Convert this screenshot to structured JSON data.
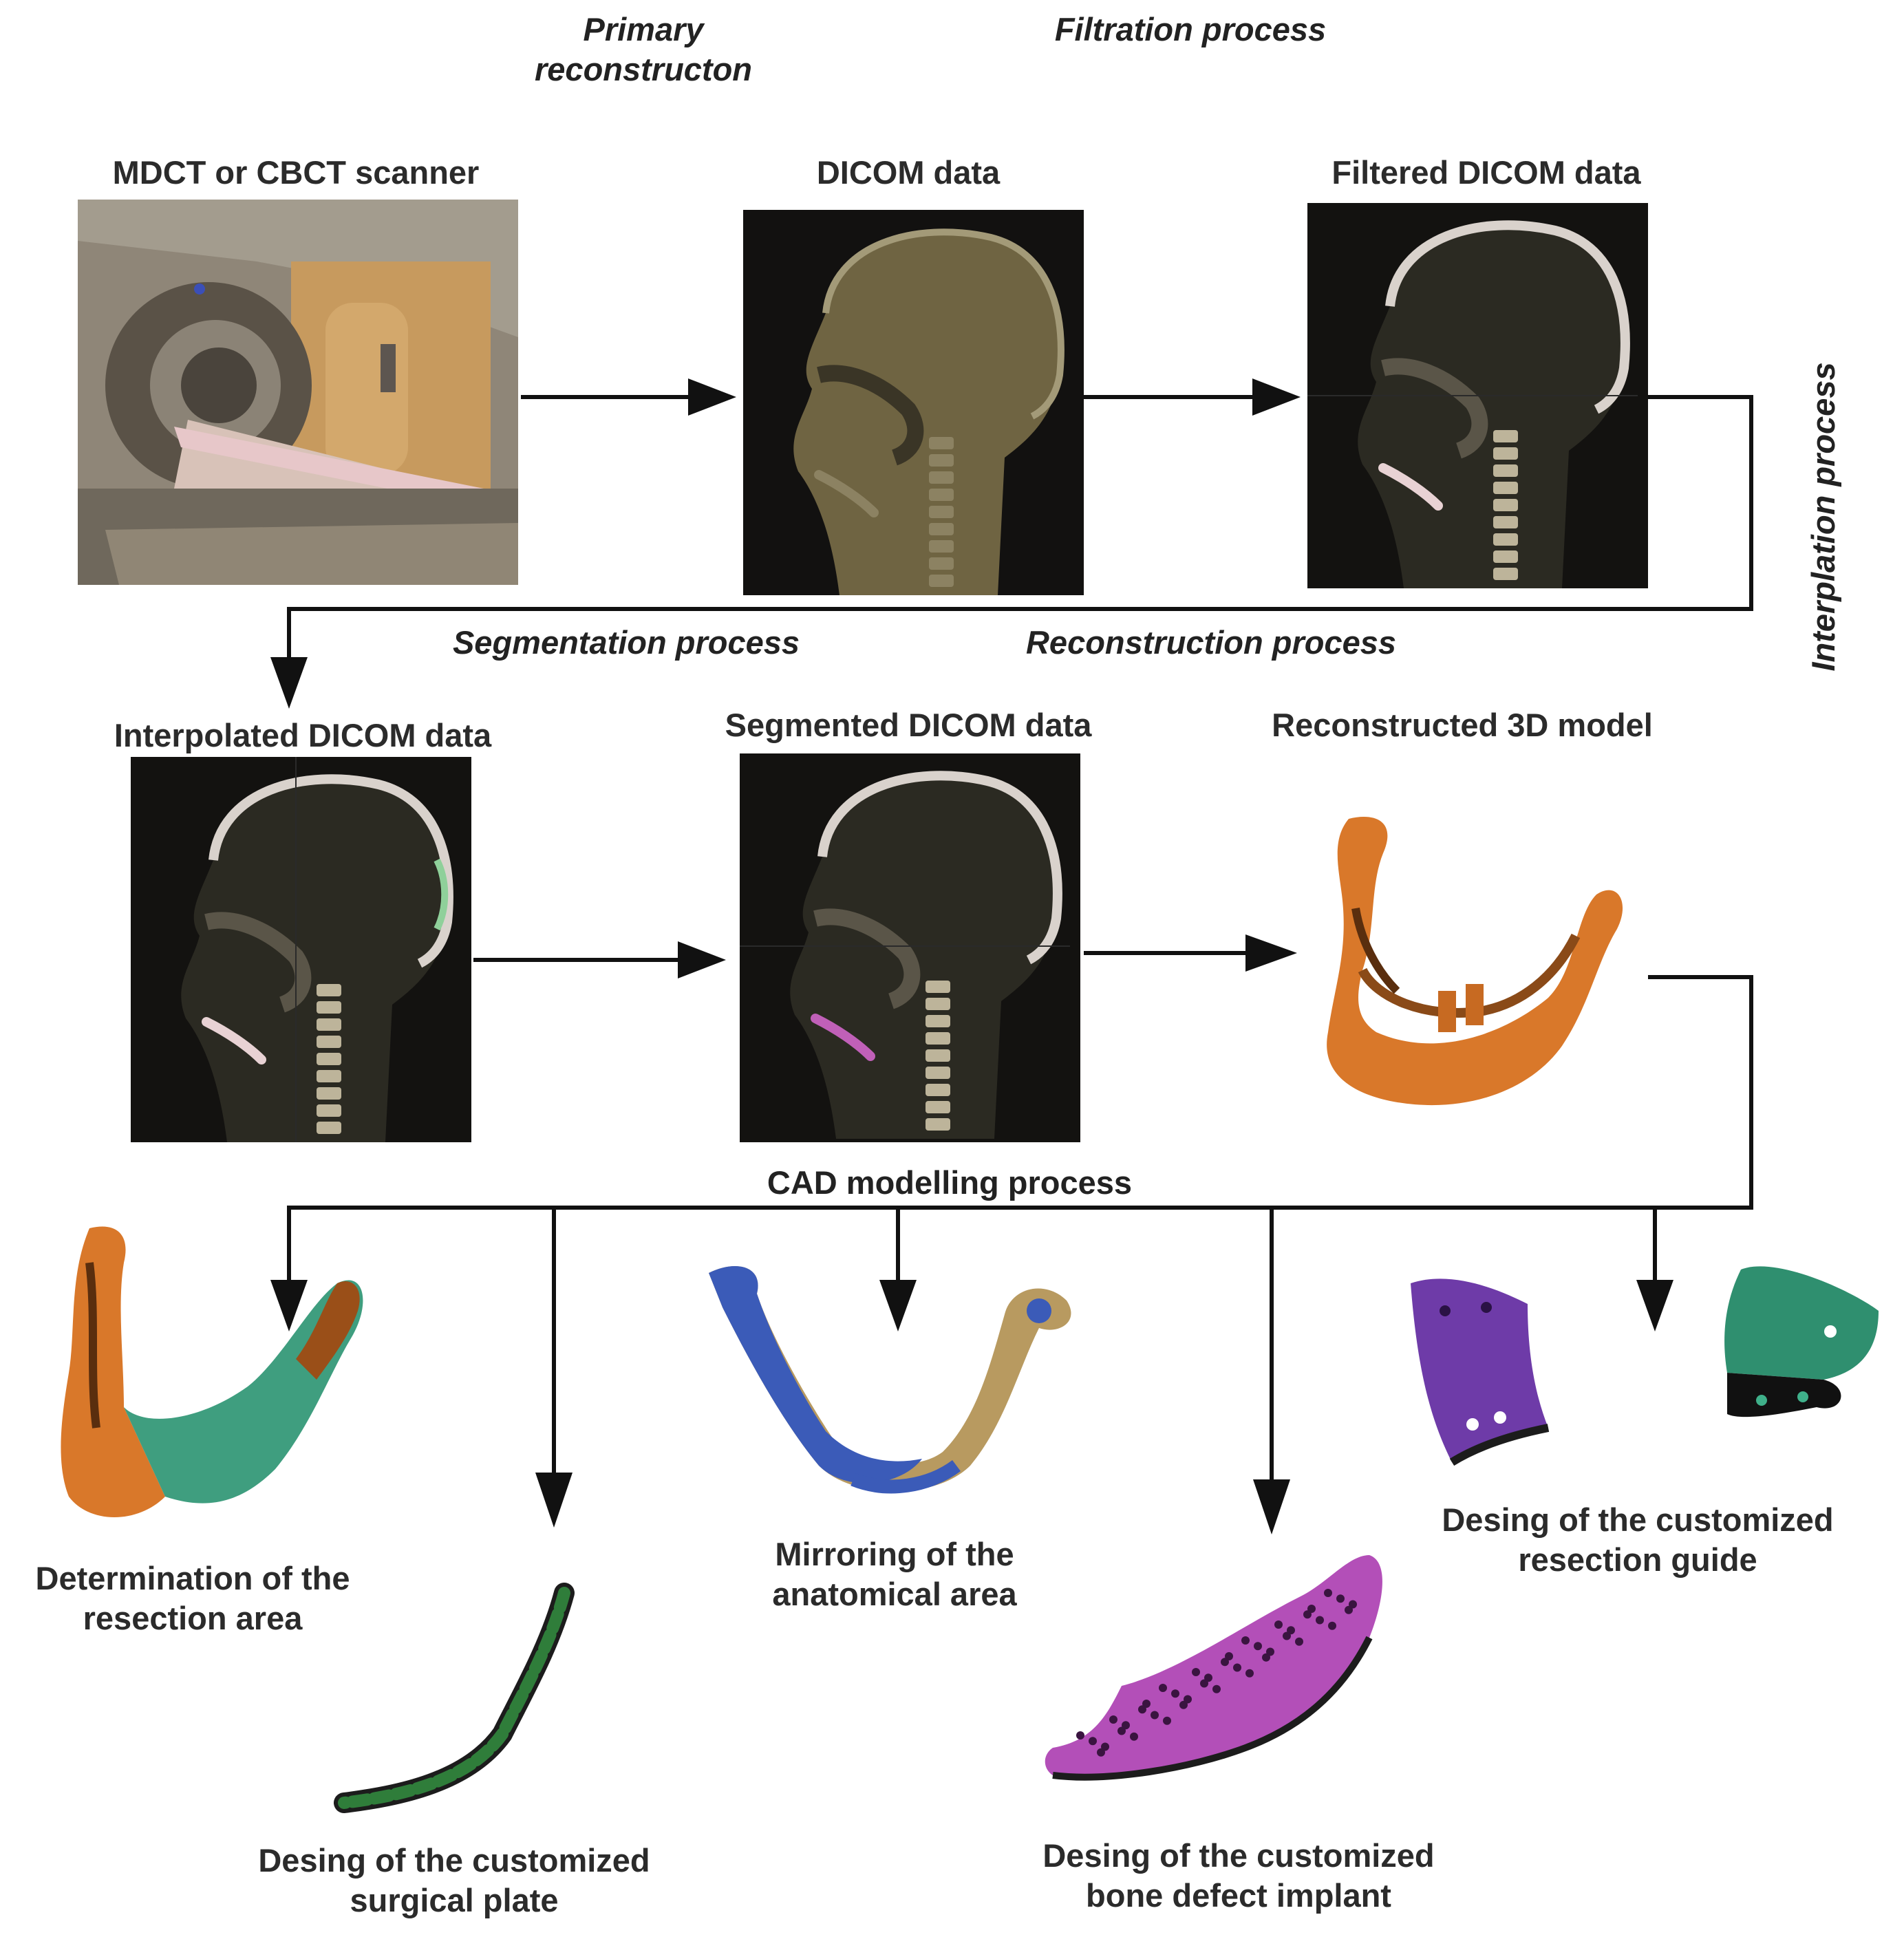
{
  "processes": {
    "primary": "Primary\nreconstructon",
    "filtration": "Filtration process",
    "interpolation": "Interplation process",
    "segmentation": "Segmentation process",
    "reconstruction": "Reconstruction process",
    "cad": "CAD modelling process"
  },
  "stages": {
    "scanner": "MDCT or CBCT scanner",
    "dicom": "DICOM data",
    "filtered": "Filtered DICOM data",
    "interpolated": "Interpolated DICOM data",
    "segmented": "Segmented DICOM data",
    "model3d": "Reconstructed 3D model"
  },
  "outcomes": {
    "resection_area": "Determination of the\nresection area",
    "surgical_plate": "Desing of the customized\nsurgical plate",
    "mirroring": "Mirroring of the\nanatomical area",
    "implant": "Desing of the customized\nbone defect implant",
    "resection_guide": "Desing of the customized\nresection guide"
  },
  "colors": {
    "arrow": "#111111",
    "bone_orange": "#d9782a",
    "resection_green": "#3f9e7f",
    "plate_green": "#2f7d3a",
    "mirror_blue": "#3b5bb8",
    "mirror_tan": "#b89a60",
    "implant_magenta": "#b34fb8",
    "guide_purple": "#6e3ba8",
    "guide_teal": "#2f8f6f",
    "ct_background": "#141210"
  },
  "icons": {
    "scanner": "ct-scanner-photo",
    "ct_slice": "sagittal-head-ct-slice",
    "mandible": "mandible-3d-model"
  }
}
